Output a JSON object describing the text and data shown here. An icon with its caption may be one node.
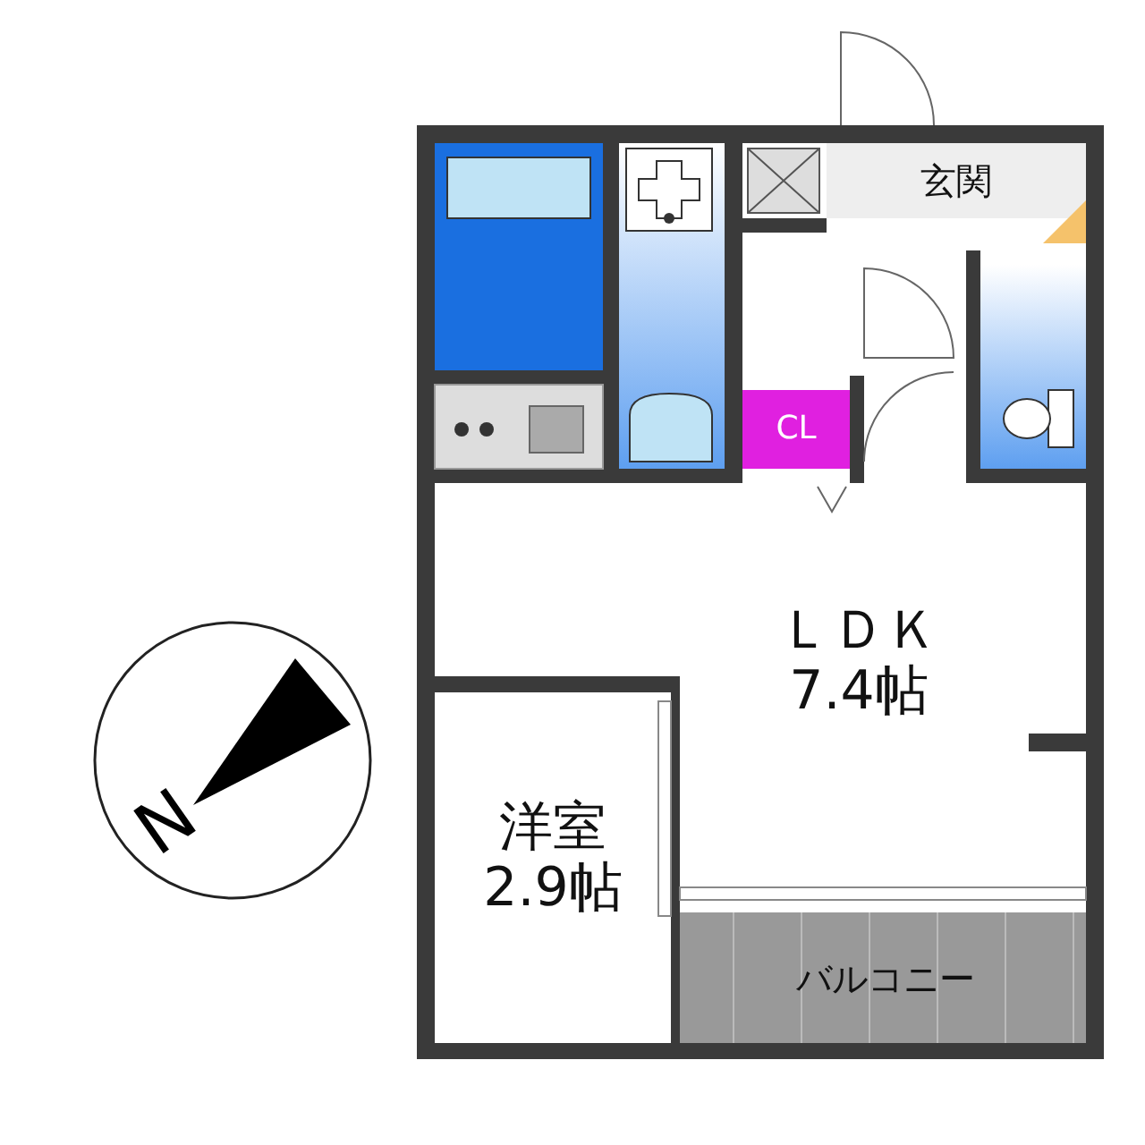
{
  "diagram": {
    "nodes": [
      {
        "text": [
          "玄関"
        ]
      },
      {
        "text": [
          "CL"
        ]
      },
      {
        "text": [
          "ＬＤＫ",
          "7.4帖"
        ]
      },
      {
        "text": [
          "洋室",
          "2.9帖"
        ]
      },
      {
        "text": [
          "バルコニー"
        ]
      }
    ],
    "labels": [
      "N"
    ]
  }
}
